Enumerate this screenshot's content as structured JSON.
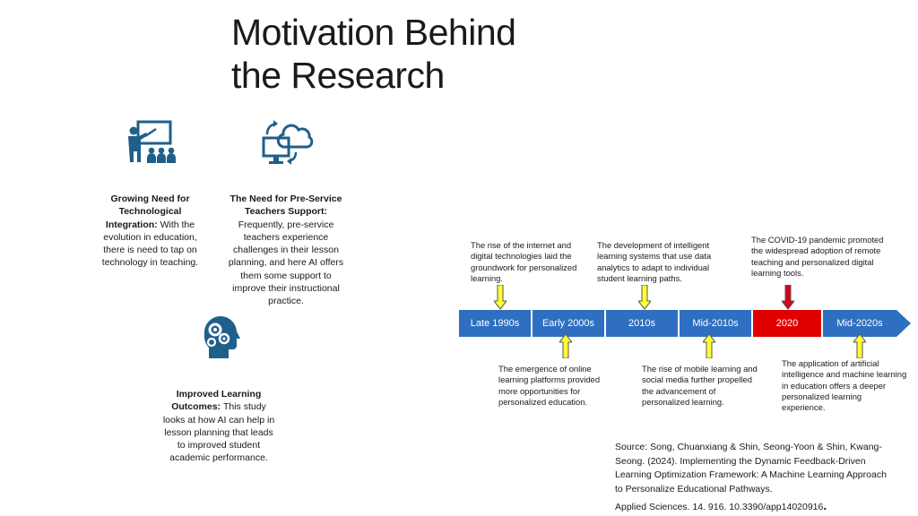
{
  "slide": {
    "title_line1": "Motivation Behind",
    "title_line2": "the Research"
  },
  "cards": [
    {
      "heading": "Growing Need for Technological Integration:",
      "body": "With the evolution in education, there is need to tap on technology in teaching.",
      "icon": "teacher-presentation-icon"
    },
    {
      "heading": "The Need for Pre-Service Teachers Support:",
      "body": "Frequently, pre-service teachers experience challenges in their lesson planning, and here AI offers them some support to improve their instructional practice.",
      "icon": "computer-cloud-sync-icon"
    },
    {
      "heading": "Improved Learning Outcomes:",
      "body": "This study looks at how AI can help in lesson planning that leads to improved student academic performance.",
      "icon": "head-gears-icon"
    }
  ],
  "timeline": {
    "segments": [
      "Late 1990s",
      "Early 2000s",
      "2010s",
      "Mid-2010s",
      "2020",
      "Mid-2020s"
    ],
    "highlight_index": 4,
    "colors": {
      "segment": "#2f6fc2",
      "highlight": "#e00000",
      "arrow": "#ffff33",
      "arrow_highlight": "#d9001b"
    },
    "top_notes": [
      "The rise of the internet and digital technologies laid the groundwork for personalized learning.",
      "The development of intelligent learning systems that use data analytics to adapt to individual student learning paths.",
      "The COVID-19 pandemic promoted the widespread adoption of remote teaching and personalized digital learning tools."
    ],
    "bottom_notes": [
      "The emergence of online learning platforms provided more opportunities for personalized education.",
      "The rise of mobile learning and social media further propelled the advancement of personalized learning.",
      "The application of artificial intelligence and machine learning in education offers a deeper personalized learning experience."
    ]
  },
  "source": {
    "text": "Source: Song, Chuanxiang & Shin, Seong-Yoon & Shin, Kwang-Seong. (2024). Implementing the Dynamic Feedback-Driven Learning Optimization Framework: A Machine Learning Approach to Personalize Educational Pathways.",
    "text2": "Applied Sciences. 14. 916. 10.3390/app14020916"
  }
}
